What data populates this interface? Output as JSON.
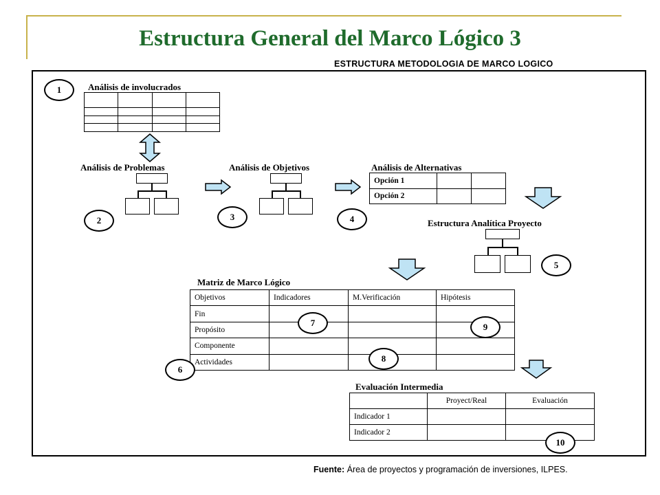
{
  "colors": {
    "accent": "#c8b24a",
    "title": "#1f6b2c",
    "arrow_fill": "#bfe3f4"
  },
  "slide": {
    "title": "Estructura General del Marco Lógico 3"
  },
  "diagram": {
    "header": "ESTRUCTURA METODOLOGIA DE MARCO LOGICO",
    "steps": {
      "involucrados": "Análisis de involucrados",
      "problemas": "Análisis de Problemas",
      "objetivos": "Análisis de Objetivos",
      "alternativas": "Análisis de Alternativas",
      "estructura_analitica": "Estructura Analítica Proyecto",
      "matriz": "Matriz de Marco Lógico",
      "evaluacion": "Evaluación Intermedia"
    },
    "alternativas_rows": [
      "Opción 1",
      "Opción 2"
    ],
    "matriz_columns": [
      "Objetivos",
      "Indicadores",
      "M.Verificación",
      "Hipótesis"
    ],
    "matriz_rows": [
      "Fin",
      "Propósito",
      "Componente",
      "Actividades"
    ],
    "evaluacion_columns": [
      "",
      "Proyect/Real",
      "Evaluación"
    ],
    "evaluacion_rows": [
      "Indicador 1",
      "Indicador 2"
    ],
    "numbers": [
      "1",
      "2",
      "3",
      "4",
      "5",
      "6",
      "7",
      "8",
      "9",
      "10"
    ]
  },
  "source": {
    "label": "Fuente:",
    "text": " Área de proyectos y programación de inversiones, ILPES."
  }
}
